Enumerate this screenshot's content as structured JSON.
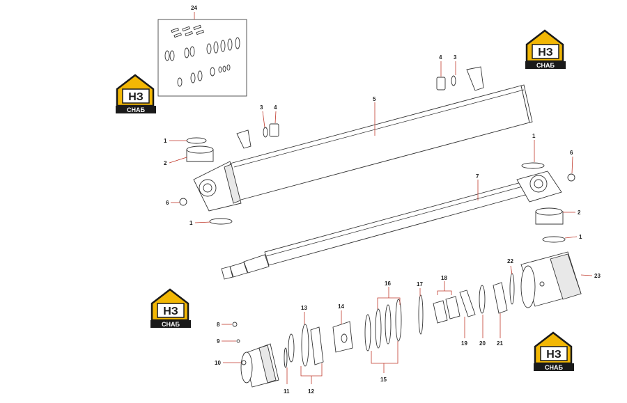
{
  "logo": {
    "letters": "НЗ",
    "subtitle": "СНАБ",
    "color_yellow": "#f2b705",
    "color_black": "#1a1a1a"
  },
  "callouts": {
    "c24": "24",
    "c5": "5",
    "c4a": "4",
    "c3a": "3",
    "c3b": "3",
    "c4b": "4",
    "c1a": "1",
    "c2a": "2",
    "c6a": "6",
    "c1b": "1",
    "c1c": "1",
    "c6b": "6",
    "c7": "7",
    "c2b": "2",
    "c1d": "1",
    "c22": "22",
    "c23": "23",
    "c16": "16",
    "c17": "17",
    "c18": "18",
    "c13": "13",
    "c14": "14",
    "c8": "8",
    "c9": "9",
    "c10": "10",
    "c11": "11",
    "c12": "12",
    "c15": "15",
    "c19": "19",
    "c20": "20",
    "c21": "21"
  },
  "colors": {
    "leader": "#c0392b",
    "outline": "#333333"
  }
}
